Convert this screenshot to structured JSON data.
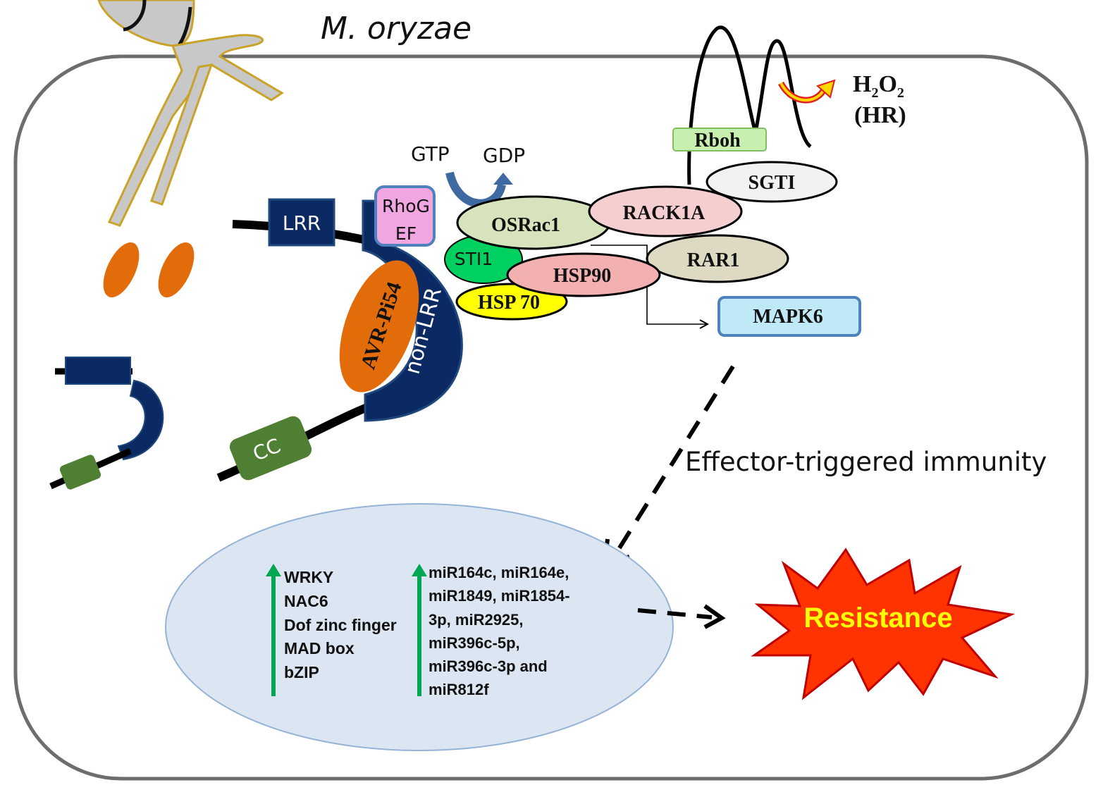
{
  "pathogen_label": "M. oryzae",
  "ros": {
    "main": "H",
    "sub1": "2",
    "mid": "O",
    "sub2": "2",
    "hr": "(HR)"
  },
  "proteins": {
    "rboh": "Rboh",
    "sgti": "SGTI",
    "rack1a": "RACK1A",
    "osrac1": "OSRac1",
    "rar1": "RAR1",
    "hsp90": "HSP90",
    "hsp70": "HSP 70",
    "sti1": "STI1",
    "mapk6": "MAPK6",
    "rhogef_line1": "RhoG",
    "rhogef_line2": "EF",
    "lrr": "LRR",
    "non_lrr": "non-LRR",
    "avr": "AVR-Pi54",
    "cc": "CC"
  },
  "gtp": "GTP",
  "gdp": "GDP",
  "eti_label": "Effector-triggered immunity",
  "transcription_factors": [
    "WRKY",
    "NAC6",
    "Dof zinc finger",
    "MAD box",
    "bZIP"
  ],
  "mirnas": [
    "miR164c, miR164e,",
    "miR1849, miR1854-",
    "3p, miR2925,",
    "miR396c-5p,",
    "miR396c-3p and",
    "miR812f"
  ],
  "resistance": "Resistance",
  "colors": {
    "cell_border": "#6d6d6d",
    "nucleus_fill": "#dce6f2",
    "nucleus_stroke": "#95b3d7",
    "navy": "#0b2a63",
    "cc_green": "#4f7f32",
    "avr_orange": "#e36c0a",
    "up_arrow": "#00a651",
    "burst_fill": "#ff3300",
    "burst_text": "#ffff00"
  }
}
